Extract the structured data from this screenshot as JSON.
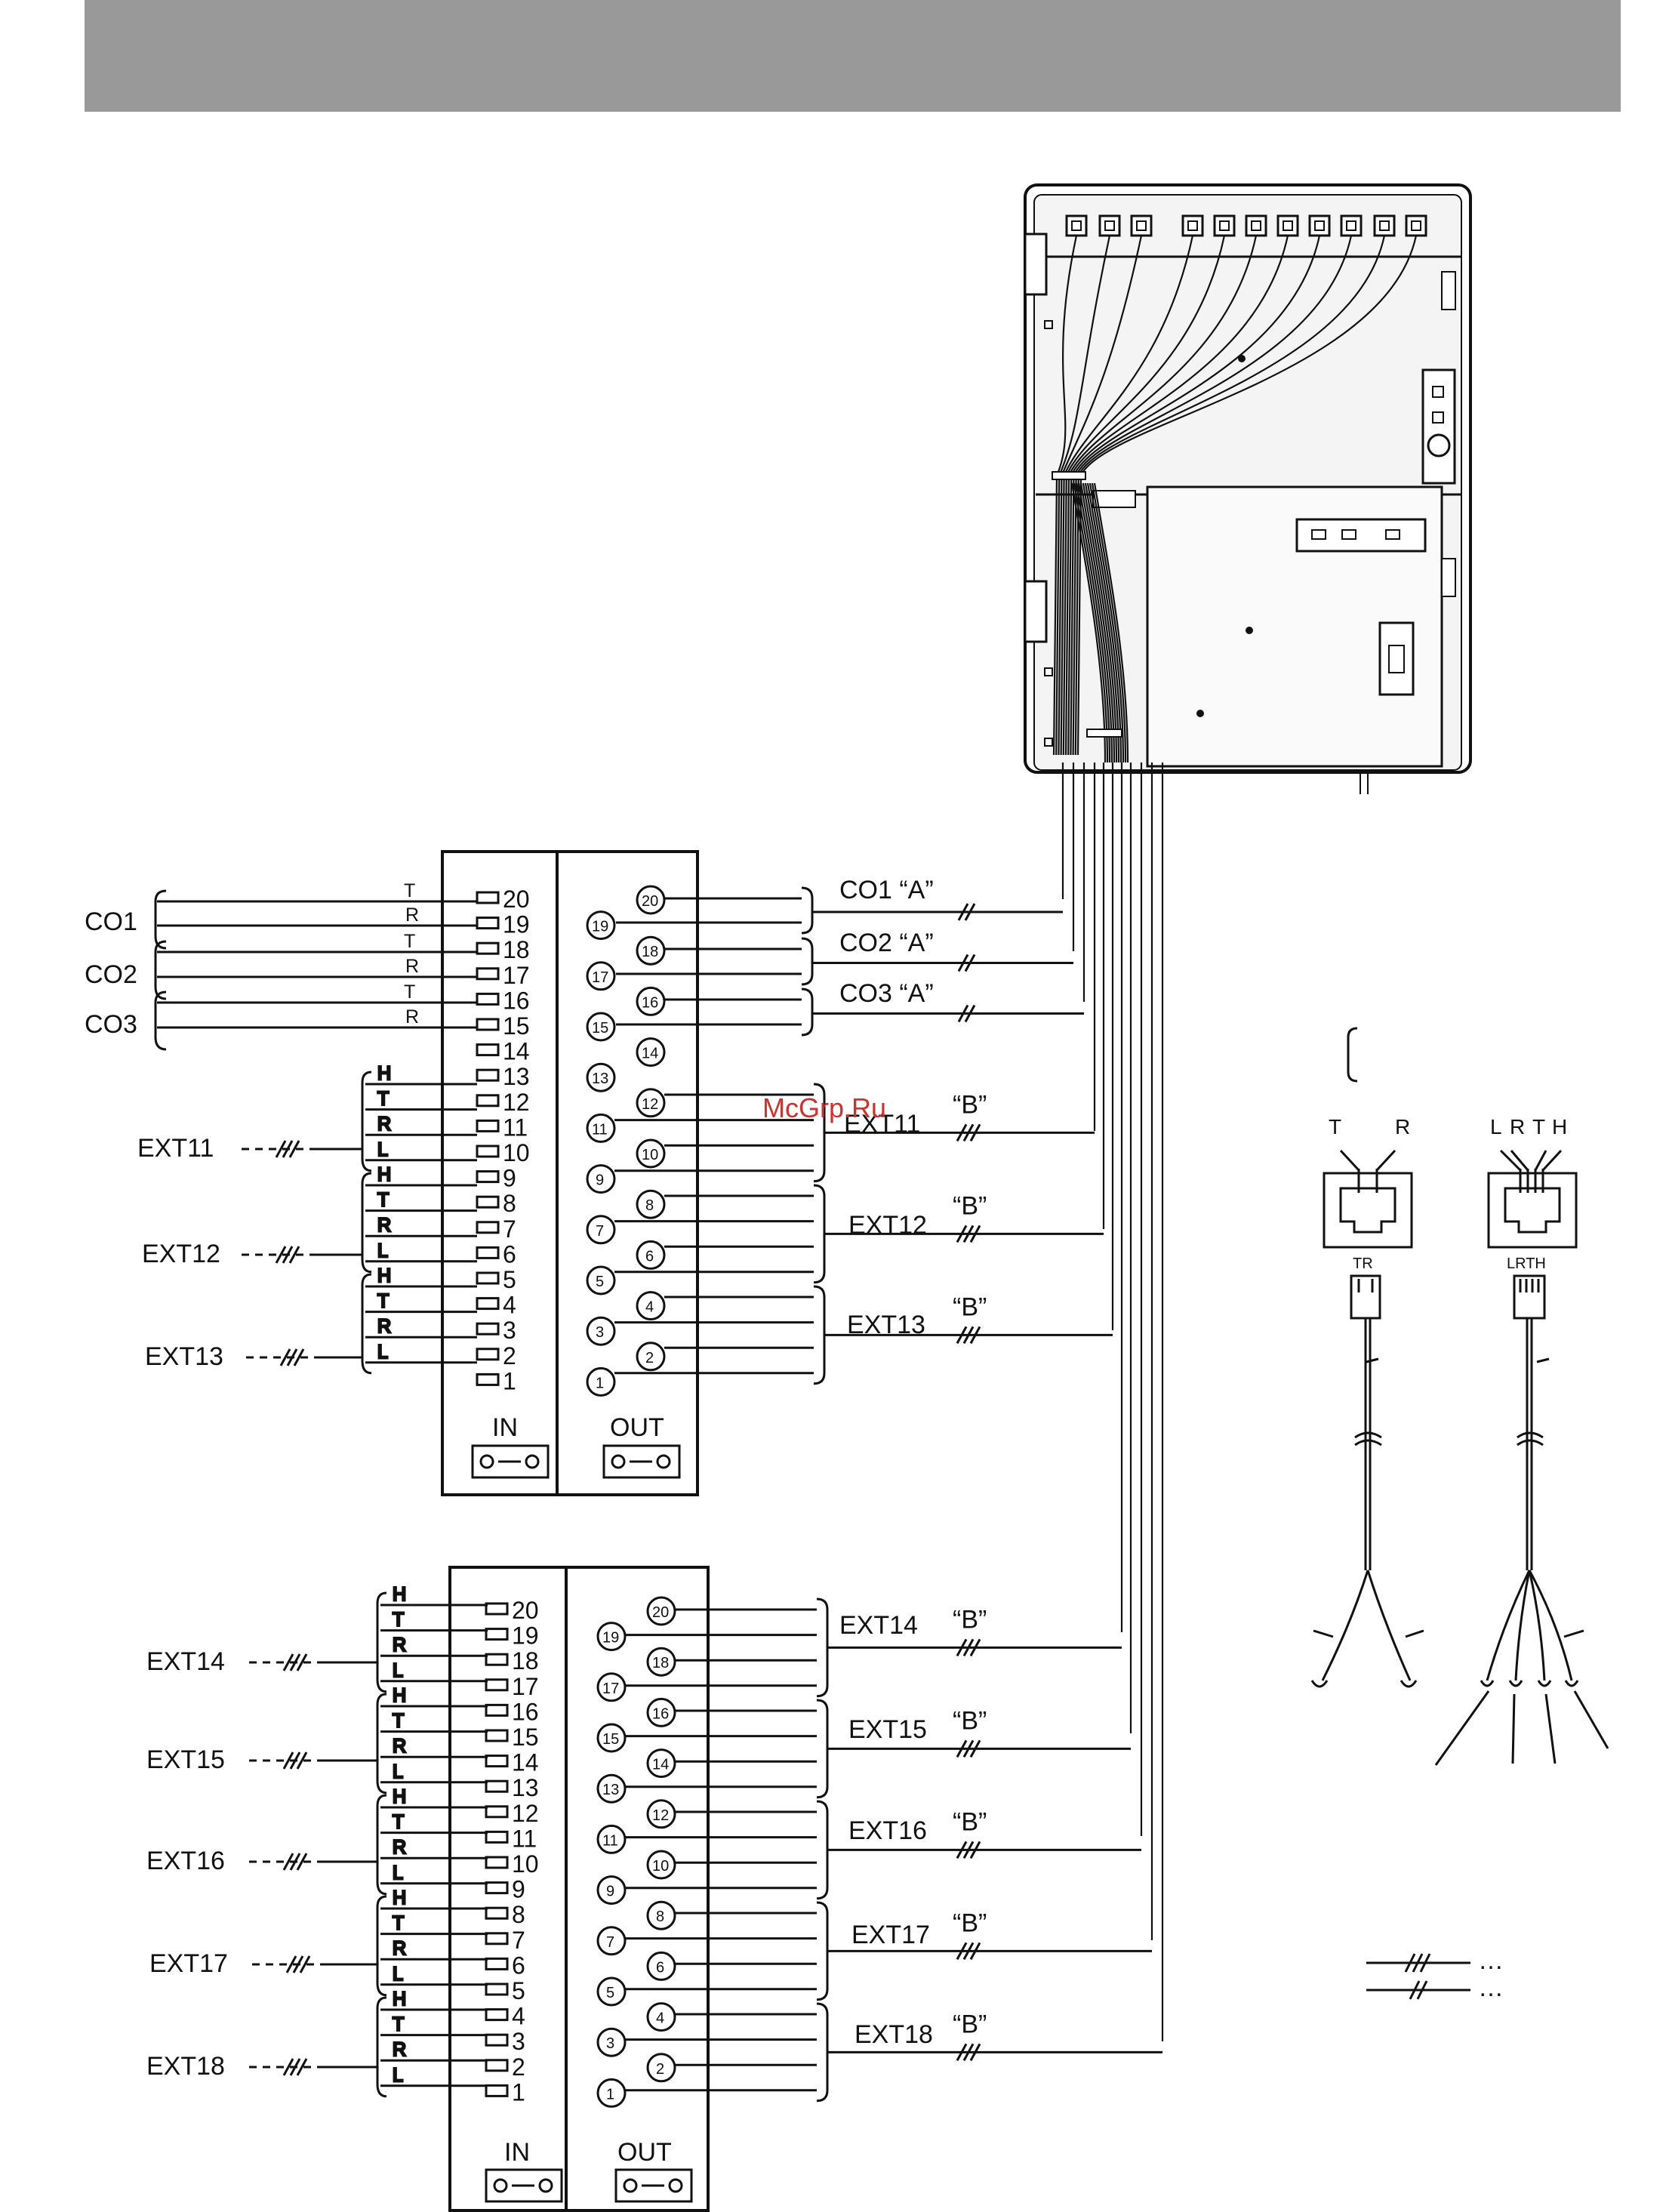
{
  "watermark": "McGrp.Ru",
  "co_lines": [
    "CO1",
    "CO2",
    "CO3"
  ],
  "co_wire_letters": [
    "T",
    "R",
    "T",
    "R",
    "T",
    "R"
  ],
  "co_out_labels": [
    "CO1  “A”",
    "CO2  “A”",
    "CO3  “A”"
  ],
  "block1": {
    "left_numbers": [
      "20",
      "19",
      "18",
      "17",
      "16",
      "15",
      "14",
      "13",
      "12",
      "11",
      "10",
      "9",
      "8",
      "7",
      "6",
      "5",
      "4",
      "3",
      "2",
      "1"
    ],
    "ext_in": [
      "EXT11",
      "EXT12",
      "EXT13"
    ],
    "ext_out": [
      "EXT11",
      "EXT12",
      "EXT13"
    ],
    "wire_letters": [
      "H",
      "T",
      "R",
      "L",
      "H",
      "T",
      "R",
      "L",
      "H",
      "T",
      "R",
      "L"
    ],
    "in_label": "IN",
    "out_label": "OUT"
  },
  "block2": {
    "left_numbers": [
      "20",
      "19",
      "18",
      "17",
      "16",
      "15",
      "14",
      "13",
      "12",
      "11",
      "10",
      "9",
      "8",
      "7",
      "6",
      "5",
      "4",
      "3",
      "2",
      "1"
    ],
    "ext_in": [
      "EXT14",
      "EXT15",
      "EXT16",
      "EXT17",
      "EXT18"
    ],
    "ext_out": [
      "EXT14",
      "EXT15",
      "EXT16",
      "EXT17",
      "EXT18"
    ],
    "wire_letters": [
      "H",
      "T",
      "R",
      "L",
      "H",
      "T",
      "R",
      "L",
      "H",
      "T",
      "R",
      "L",
      "H",
      "T",
      "R",
      "L",
      "H",
      "T",
      "R",
      "L"
    ],
    "in_label": "IN",
    "out_label": "OUT"
  },
  "b_mark": "“B”",
  "connector_left": {
    "top_labels": [
      "T",
      "R"
    ],
    "plug_label": "TR"
  },
  "connector_right": {
    "top_labels": [
      "L",
      "R",
      "T",
      "H"
    ],
    "plug_label": "LRTH"
  },
  "legend_dots": [
    "…",
    "…"
  ],
  "colors": {
    "header_bar": "#999999",
    "line": "#111111",
    "watermark": "#d0312d"
  }
}
